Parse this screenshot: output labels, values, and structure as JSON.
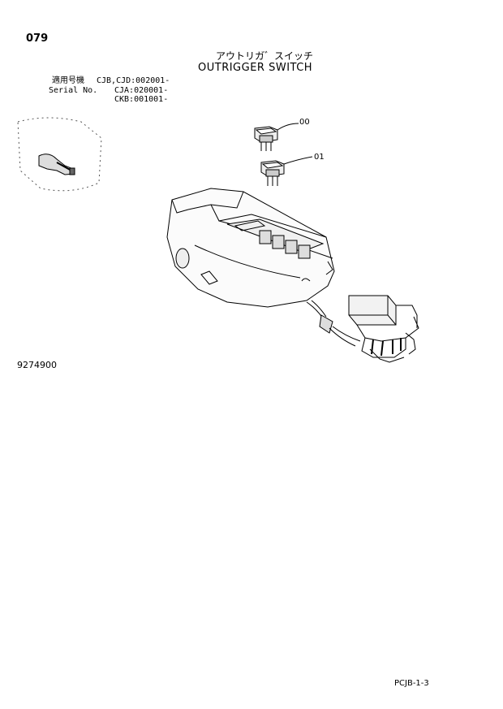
{
  "page": {
    "number": "079",
    "title_jp": "アウトリガ゛スイッチ",
    "title_en": "OUTRIGGER SWITCH",
    "drawing_number": "9274900",
    "page_code": "PCJB-1-3"
  },
  "serial": {
    "label_jp": "適用号機",
    "label_en": "Serial No.",
    "ranges": [
      "CJB,CJD:002001-",
      "CJA:020001-",
      "CKB:001001-"
    ]
  },
  "callouts": [
    "00",
    "01"
  ],
  "icons": {
    "switch_00": "rocker-switch-icon",
    "switch_01": "rocker-switch-icon",
    "console": "control-console-icon",
    "harness": "wire-harness-icon",
    "key_view": "location-key-icon"
  }
}
